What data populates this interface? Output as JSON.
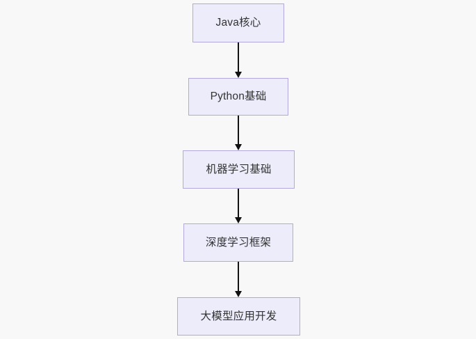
{
  "diagram": {
    "type": "flowchart",
    "orientation": "top-to-bottom",
    "background_color": "#f8f8f8",
    "node_fill_color": "#ececfb",
    "node_border_color": "#b2a8dd",
    "node_text_color": "#333333",
    "edge_color": "#111111",
    "nodes": [
      {
        "id": "node-0",
        "label": "Java核心"
      },
      {
        "id": "node-1",
        "label": "Python基础"
      },
      {
        "id": "node-2",
        "label": "机器学习基础"
      },
      {
        "id": "node-3",
        "label": "深度学习框架"
      },
      {
        "id": "node-4",
        "label": "大模型应用开发"
      }
    ],
    "edges": [
      {
        "id": "edge-0",
        "from": "node-0",
        "to": "node-1",
        "label": ""
      },
      {
        "id": "edge-1",
        "from": "node-1",
        "to": "node-2",
        "label": ""
      },
      {
        "id": "edge-2",
        "from": "node-2",
        "to": "node-3",
        "label": ""
      },
      {
        "id": "edge-3",
        "from": "node-3",
        "to": "node-4",
        "label": ""
      }
    ]
  }
}
